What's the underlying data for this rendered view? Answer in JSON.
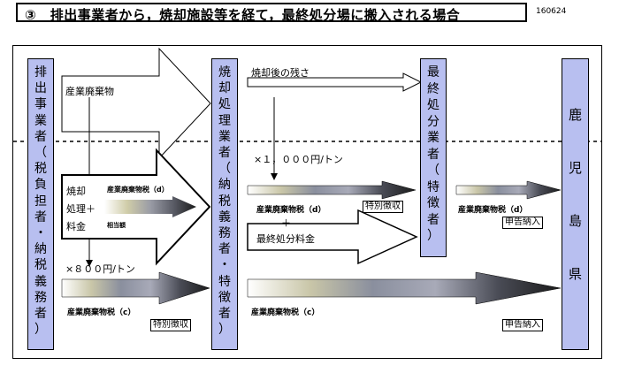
{
  "title": "③　排出事業者から，焼却施設等を経て，最終処分場に搬入される場合",
  "doc_number": "160624",
  "boxes": {
    "emitter": [
      "排",
      "出",
      "事",
      "業",
      "者",
      "（",
      "税",
      "負",
      "担",
      "者",
      "・",
      "納",
      "税",
      "義",
      "務",
      "者",
      "）"
    ],
    "incinerator": [
      "焼",
      "却",
      "処",
      "理",
      "業",
      "者",
      "（",
      "納",
      "税",
      "義",
      "務",
      "者",
      "・",
      "特",
      "徴",
      "者",
      "）"
    ],
    "final": [
      "最",
      "終",
      "処",
      "分",
      "業",
      "者",
      "（",
      "特",
      "徴",
      "者",
      "）"
    ],
    "kagoshima": [
      "鹿",
      "児",
      "島",
      "県"
    ]
  },
  "labels": {
    "industrial_waste": "産業廃棄物",
    "residue": "焼却後の残さ",
    "rate_1000": "×１，０００円/トン",
    "rate_800": "×８００円/トン",
    "tax_d_1": "産業廃棄物税（d）",
    "tax_d_2": "産業廃棄物税（d）",
    "tax_c_1": "産業廃棄物税（c）",
    "tax_c_2": "産業廃棄物税（c）",
    "special_collection_1": "特別徴収",
    "special_collection_2": "特別徴収",
    "self_report_1": "申告納入",
    "self_report_2": "申告納入",
    "plus": "＋",
    "final_fee": "最終処分料金",
    "fee_line1": "焼却",
    "fee_line2": "処理＋",
    "fee_line3": "料金",
    "inner_tax": "産業廃棄物税（d）",
    "inner_equiv": "相当額"
  },
  "colors": {
    "box_fill": "#b8bff0",
    "arrow_dark": "#2a2a2a"
  }
}
